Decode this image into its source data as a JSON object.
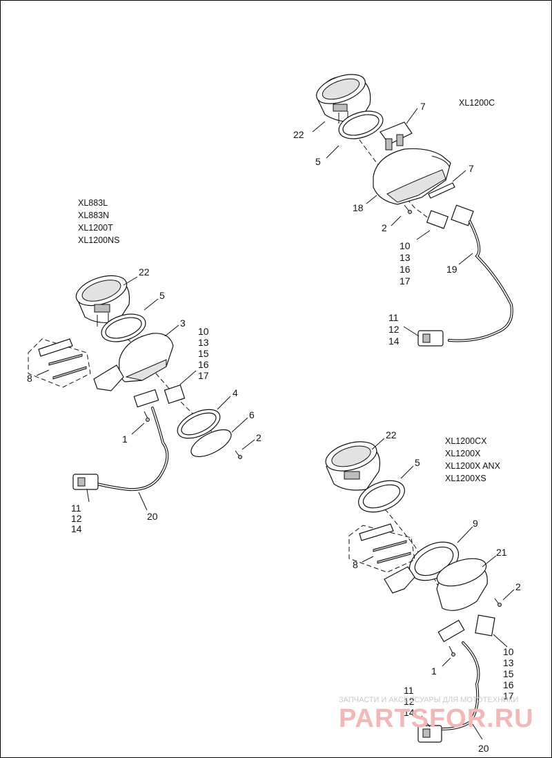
{
  "groups": [
    {
      "models": [
        "XL1200C"
      ],
      "callouts": [
        "22",
        "5",
        "7",
        "7",
        "18",
        "2",
        "10",
        "13",
        "16",
        "17",
        "19",
        "11",
        "12",
        "14"
      ]
    },
    {
      "models": [
        "XL883L",
        "XL883N",
        "XL1200T",
        "XL1200NS"
      ],
      "callouts": [
        "22",
        "5",
        "3",
        "10",
        "13",
        "15",
        "16",
        "17",
        "8",
        "4",
        "6",
        "2",
        "1",
        "11",
        "12",
        "14",
        "20"
      ]
    },
    {
      "models": [
        "XL1200CX",
        "XL1200X",
        "XL1200X ANX",
        "XL1200XS"
      ],
      "callouts": [
        "22",
        "5",
        "9",
        "21",
        "2",
        "8",
        "10",
        "13",
        "15",
        "16",
        "17",
        "1",
        "11",
        "12",
        "14",
        "20"
      ]
    }
  ],
  "watermark": {
    "caption": "ЗАПЧАСТИ И АКСЕССУАРЫ ДЛЯ МОТОТЕХНИКИ",
    "brand": "PARTSFOR.RU"
  }
}
